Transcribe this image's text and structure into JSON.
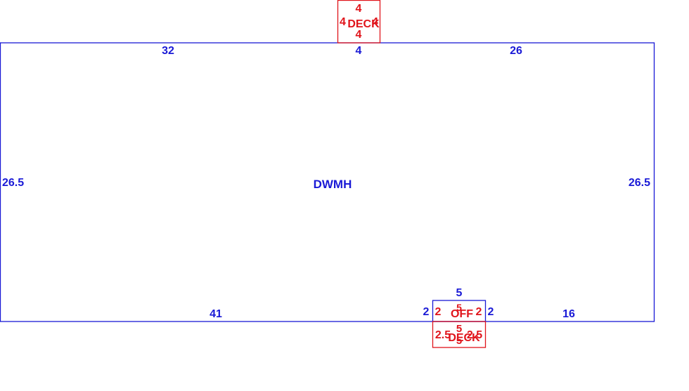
{
  "colors": {
    "main": "#1a1ad6",
    "accent": "#e0141b"
  },
  "main_house": {
    "label": "DWMH",
    "top_segments": [
      "32",
      "4",
      "26"
    ],
    "left_side": "26.5",
    "right_side": "26.5",
    "bottom_segments": [
      "41",
      "16"
    ]
  },
  "top_deck": {
    "label": "DECK",
    "top": "4",
    "left": "4",
    "right": "4",
    "bottom": "4"
  },
  "office": {
    "outer_top": "5",
    "outer_left": "2",
    "outer_right": "2",
    "label": "OFF",
    "inner_top": "5",
    "inner_left": "2",
    "inner_right": "2"
  },
  "bottom_deck": {
    "label": "DECK",
    "top": "5",
    "left": "2.5",
    "right": "2.5",
    "bottom": "5"
  }
}
